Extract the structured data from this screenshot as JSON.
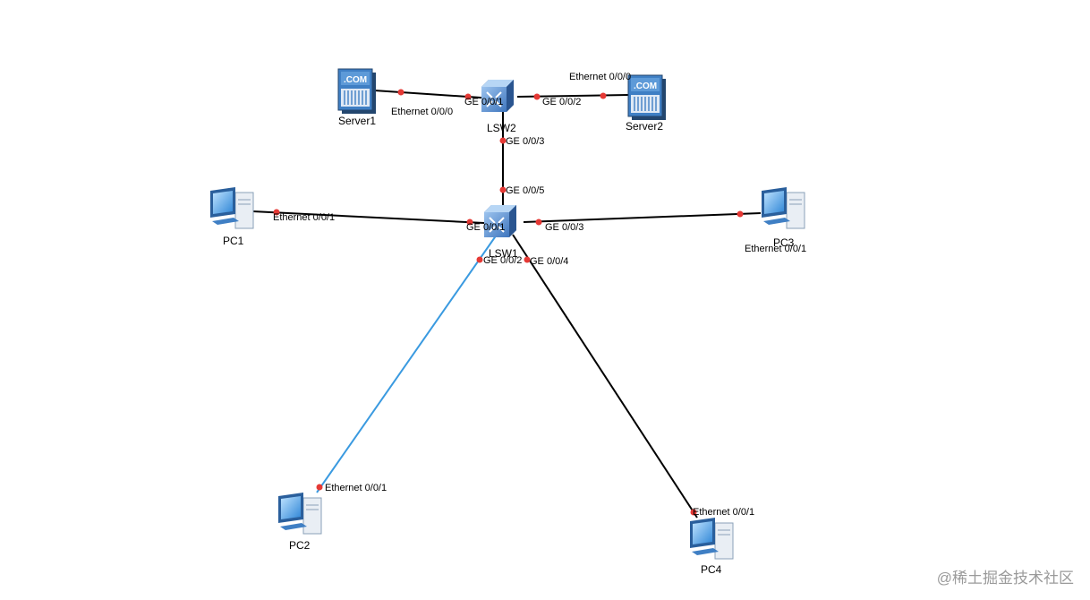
{
  "nodes": {
    "server1": {
      "name": "Server1",
      "type": "server",
      "badge": ".COM"
    },
    "server2": {
      "name": "Server2",
      "type": "server",
      "badge": ".COM"
    },
    "lsw2": {
      "name": "LSW2",
      "type": "switch"
    },
    "lsw1": {
      "name": "LSW1",
      "type": "switch"
    },
    "pc1": {
      "name": "PC1",
      "type": "pc"
    },
    "pc2": {
      "name": "PC2",
      "type": "pc"
    },
    "pc3": {
      "name": "PC3",
      "type": "pc"
    },
    "pc4": {
      "name": "PC4",
      "type": "pc"
    }
  },
  "links": [
    {
      "from": "server1",
      "to": "lsw2",
      "from_port": "Ethernet 0/0/0",
      "to_port": "GE 0/0/1",
      "color": "#000000"
    },
    {
      "from": "lsw2",
      "to": "server2",
      "from_port": "GE 0/0/2",
      "to_port": "Ethernet 0/0/0",
      "color": "#000000"
    },
    {
      "from": "lsw2",
      "to": "lsw1",
      "from_port": "GE 0/0/3",
      "to_port": "GE 0/0/5",
      "color": "#000000"
    },
    {
      "from": "pc1",
      "to": "lsw1",
      "from_port": "Ethernet 0/0/1",
      "to_port": "GE 0/0/1",
      "color": "#000000"
    },
    {
      "from": "lsw1",
      "to": "pc3",
      "from_port": "GE 0/0/3",
      "to_port": "Ethernet 0/0/1",
      "color": "#000000"
    },
    {
      "from": "lsw1",
      "to": "pc2",
      "from_port": "GE 0/0/2",
      "to_port": "Ethernet 0/0/1",
      "color": "#3a9ae0"
    },
    {
      "from": "lsw1",
      "to": "pc4",
      "from_port": "GE 0/0/4",
      "to_port": "Ethernet 0/0/1",
      "color": "#000000"
    }
  ],
  "colors": {
    "endpoint": "#e53935",
    "switch_body": "#5b93d4",
    "device_blue": "#3f7fc4"
  },
  "watermark": "@稀土掘金技术社区"
}
